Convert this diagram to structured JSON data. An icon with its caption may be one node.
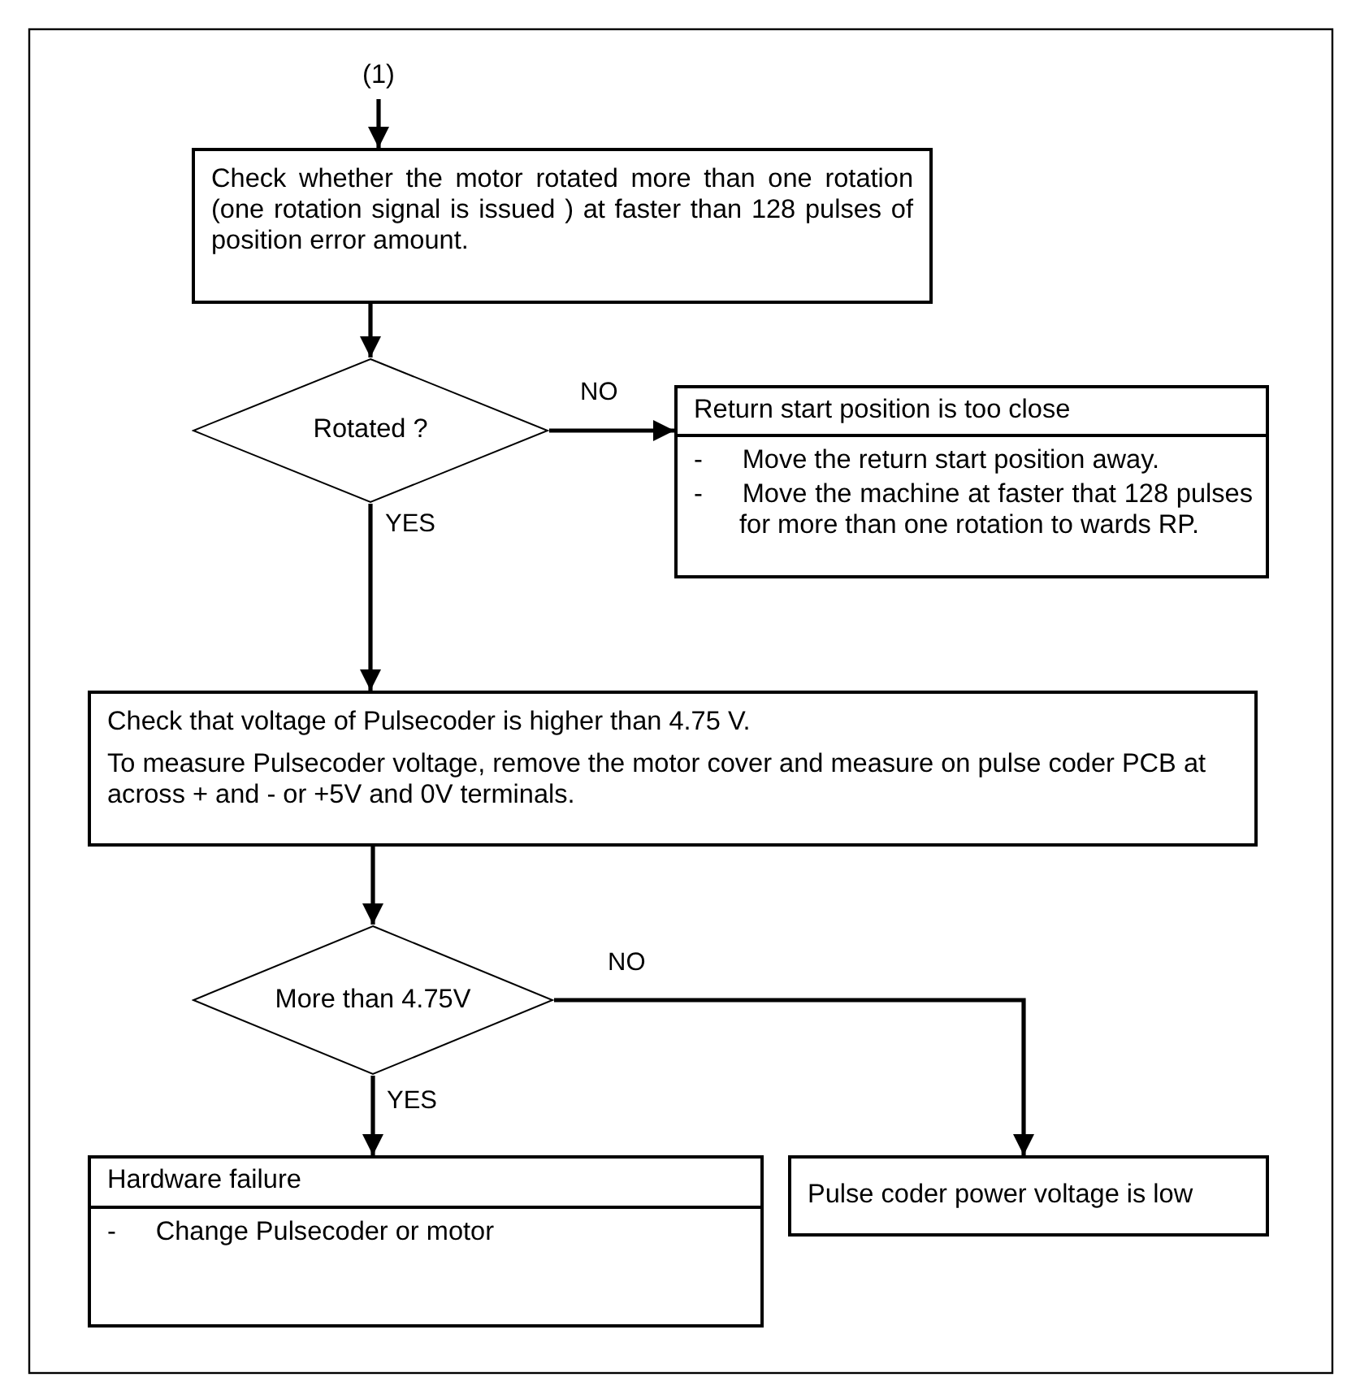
{
  "diagram": {
    "nodes": [
      {
        "text": [
          "(1)"
        ]
      },
      {
        "text": [
          "Check whether the motor rotated more than one rotation (one rotation signal is issued ) at faster than 128 pulses of position error amount."
        ]
      },
      {
        "text": [
          "Rotated ?"
        ]
      },
      {
        "text": [
          "Return start position is too close",
          "- Move the return start position away.",
          "- Move the machine at faster that 128 pulses for more than one rotation to wards RP."
        ]
      },
      {
        "text": [
          "Check that voltage of Pulsecoder is higher than 4.75 V.",
          "To measure Pulsecoder voltage, remove the motor cover and measure on pulse coder PCB at across + and - or +5V and 0V terminals."
        ]
      },
      {
        "text": [
          "More than 4.75V"
        ]
      },
      {
        "text": [
          "Hardware failure",
          "- Change Pulsecoder or motor"
        ]
      },
      {
        "text": [
          "Pulse coder power voltage is low"
        ]
      }
    ],
    "edges": [
      {
        "from": 0,
        "to": 1,
        "arrow": "to"
      },
      {
        "from": 1,
        "to": 2,
        "arrow": "to"
      },
      {
        "from": 2,
        "to": 3,
        "arrow": "to",
        "label": "NO"
      },
      {
        "from": 2,
        "to": 4,
        "arrow": "to",
        "label": "YES"
      },
      {
        "from": 4,
        "to": 5,
        "arrow": "to"
      },
      {
        "from": 5,
        "to": 6,
        "arrow": "to",
        "label": "YES"
      },
      {
        "from": 5,
        "to": 7,
        "arrow": "to",
        "label": "NO"
      }
    ]
  }
}
